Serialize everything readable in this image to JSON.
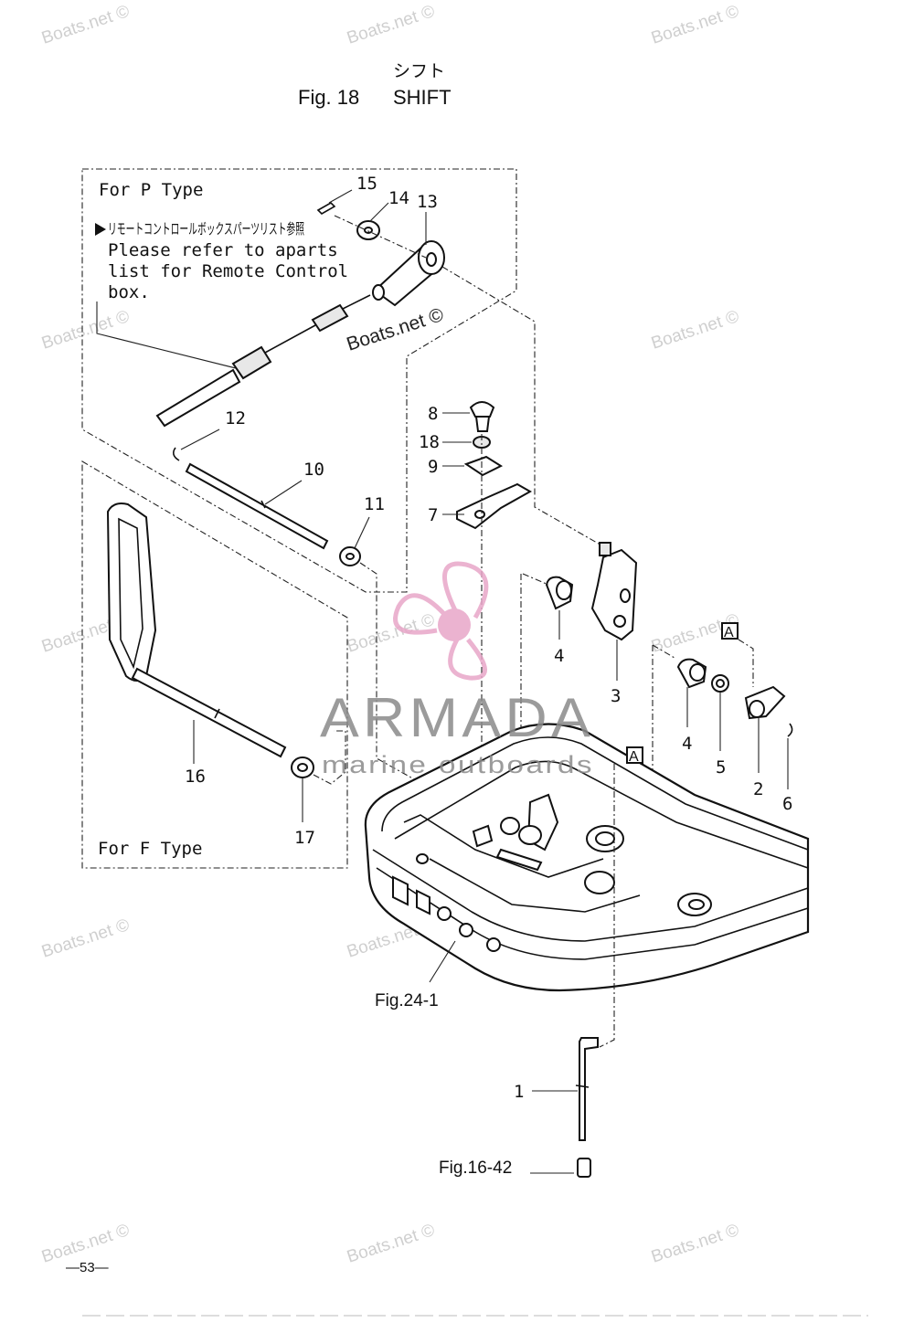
{
  "title": {
    "japanese": "シフト",
    "figure": "Fig. 18",
    "name": "SHIFT"
  },
  "boxes": {
    "p_type": {
      "heading": "For P Type",
      "note_jp": "リモートコントロールボックスパーツリスト参照",
      "note_en": [
        "Please refer to aparts",
        "list for Remote Control",
        "box."
      ]
    },
    "f_type": {
      "heading": "For F Type"
    }
  },
  "callouts": [
    "15",
    "14",
    "13",
    "12",
    "10",
    "11",
    "8",
    "18",
    "9",
    "7",
    "4",
    "3",
    "4",
    "5",
    "2",
    "6",
    "16",
    "17",
    "1"
  ],
  "section_marks": [
    "A",
    "A"
  ],
  "references": [
    "Fig.24-1",
    "Fig.16-42"
  ],
  "watermark": {
    "text": "Boats.net ©",
    "brand": "ARMADA",
    "tagline": "marine outboards"
  },
  "page_number": "—53—",
  "colors": {
    "line": "#111111",
    "watermark_text": "#cfcfcf",
    "logo_pink": "#e8a6c8",
    "brand_gray": "#8a8a8a"
  }
}
